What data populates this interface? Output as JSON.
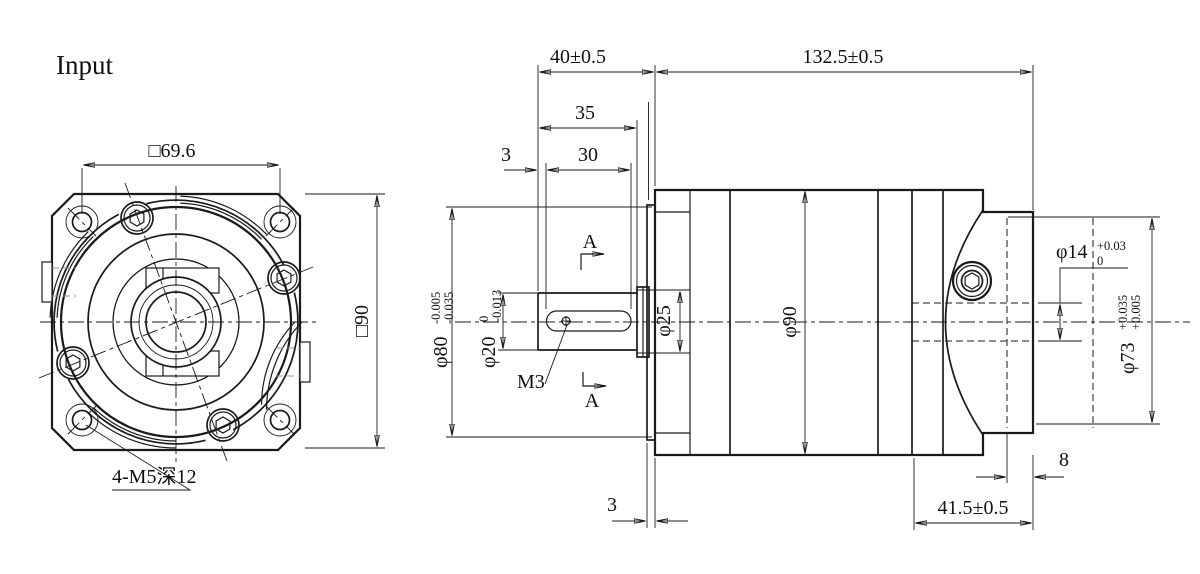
{
  "drawing": {
    "title": "Input",
    "front_view": {
      "bolt_square": "□69.6",
      "mount_holes": "4-M5深12",
      "flange_size": "□90"
    },
    "side_view": {
      "shaft_end_to_face": "40±0.5",
      "body_length": "132.5±0.5",
      "shaft_length": "35",
      "keyway_length": "30",
      "keyway_offset": "3",
      "pilot_boss_thickness": "3",
      "output_flange_thickness": "8",
      "output_section_length": "41.5±0.5",
      "shaft_tap": "M3",
      "section_marker": "A",
      "boss_diameter": "φ25",
      "body_diameter": "φ90",
      "pilot_diameter": {
        "value": "φ80",
        "upper_tol": "-0.005",
        "lower_tol": "-0.035"
      },
      "shaft_diameter": {
        "value": "φ20",
        "upper_tol": "0",
        "lower_tol": "-0.013"
      },
      "output_bore_diameter": {
        "value": "φ14",
        "upper_tol": "+0.03",
        "lower_tol": "0"
      },
      "output_spigot_diameter": {
        "value": "φ73",
        "upper_tol": "+0.035",
        "lower_tol": "+0.005"
      }
    },
    "colors": {
      "line": "#1a1a1a",
      "hidden_line": "#949494",
      "background": "#ffffff"
    }
  }
}
